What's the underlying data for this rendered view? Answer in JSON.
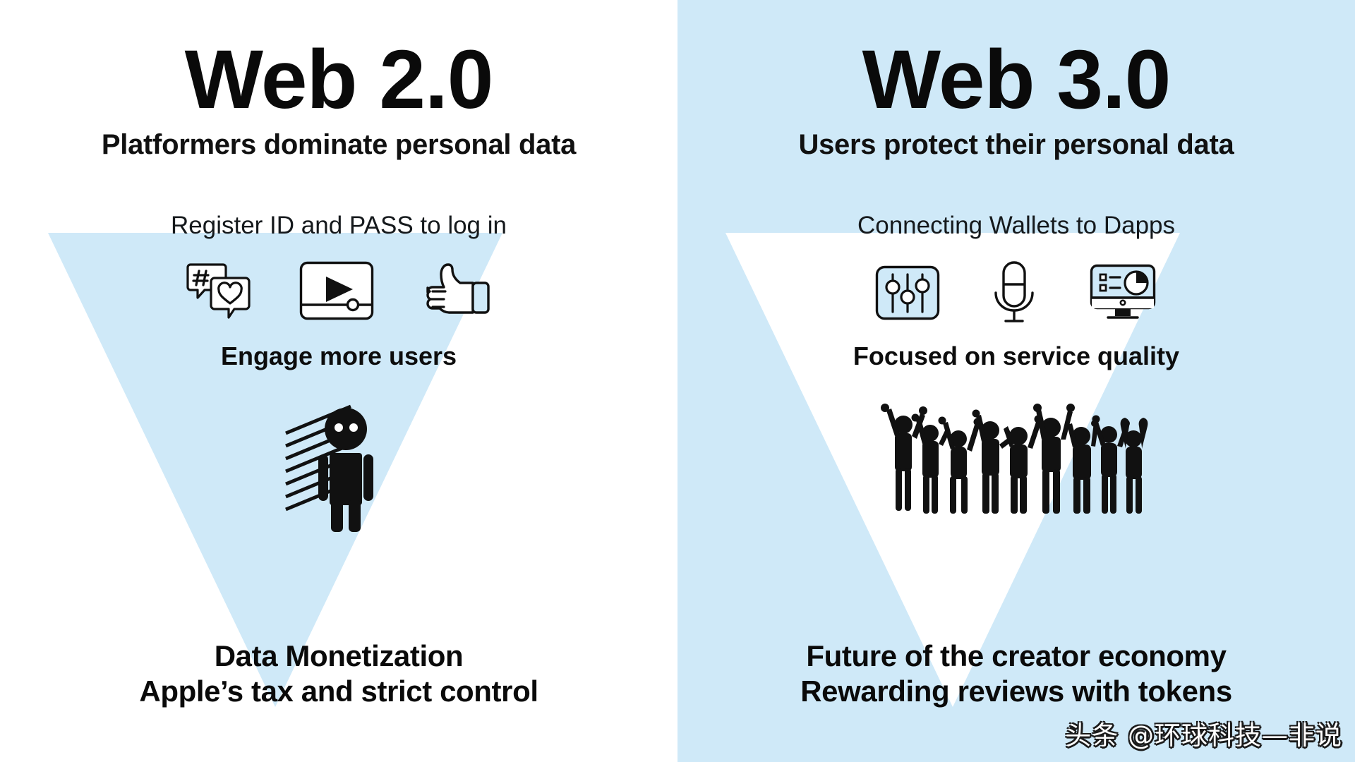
{
  "meta": {
    "colors": {
      "pale_blue": "#cfe9f8",
      "white": "#ffffff",
      "ink": "#0a0a0a"
    }
  },
  "left_panel": {
    "title": "Web 2.0",
    "subtitle": "Platformers dominate personal data",
    "step_1": "Register ID and PASS to log in",
    "step_2": "Engage more users",
    "footer_line_1": "Data Monetization",
    "footer_line_2": "Apple’s tax and strict control",
    "icons": [
      {
        "name": "hashtag-heart-chat-icon",
        "label": "social chat bubbles"
      },
      {
        "name": "video-player-icon",
        "label": "video player"
      },
      {
        "name": "thumbs-up-icon",
        "label": "thumbs up like"
      }
    ],
    "illustration": {
      "name": "surveilled-person-icon",
      "label": "single person behind bars"
    }
  },
  "right_panel": {
    "title": "Web 3.0",
    "subtitle": "Users protect their personal  data",
    "step_1": "Connecting Wallets to Dapps",
    "step_2": "Focused on service quality",
    "footer_line_1": "Future of the creator economy",
    "footer_line_2": "Rewarding reviews with tokens",
    "icons": [
      {
        "name": "equalizer-sliders-icon",
        "label": "settings sliders"
      },
      {
        "name": "microphone-icon",
        "label": "microphone"
      },
      {
        "name": "analytics-monitor-icon",
        "label": "dashboard monitor"
      }
    ],
    "illustration": {
      "name": "cheering-crowd-icon",
      "label": "crowd with raised arms"
    }
  },
  "watermark": {
    "text": "头条 @环球科技—非说"
  }
}
